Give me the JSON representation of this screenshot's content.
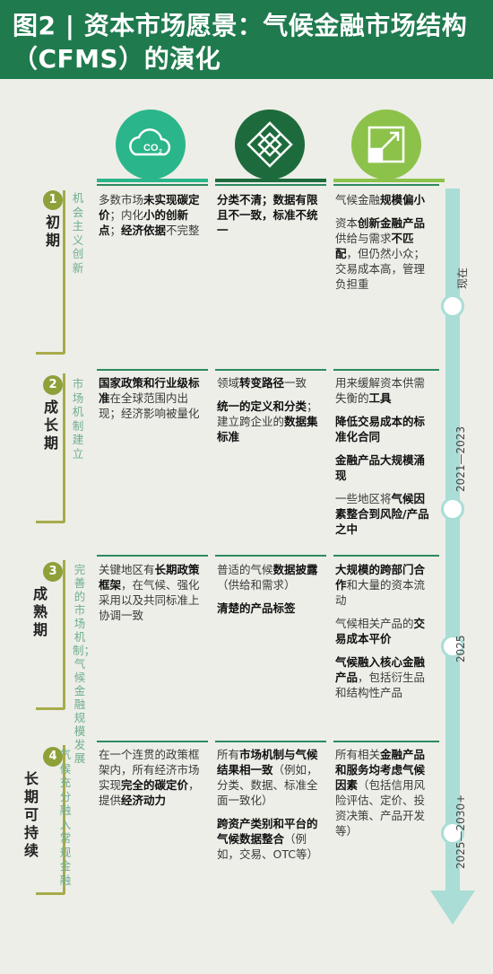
{
  "header": {
    "title": "图2 | 资本市场愿景：气候金融市场结构（CFMS）的演化"
  },
  "icons": {
    "co2_label": "CO",
    "co2_sub": "2"
  },
  "timeline": {
    "labels": [
      "现在",
      "2021—2023",
      "2025",
      "2025—2030+"
    ]
  },
  "stages": [
    {
      "num": "1",
      "name": "初期",
      "sub": "机会主义创新",
      "cells": [
        [
          [
            [
              "多数市场",
              false
            ],
            [
              "未实现碳定价",
              true
            ],
            [
              "；内化",
              false
            ],
            [
              "小的创新点",
              true
            ],
            [
              "；",
              false
            ],
            [
              "经济依据",
              true
            ],
            [
              "不完整",
              false
            ]
          ]
        ],
        [
          [
            [
              "分类不清；数据有限且不一致，标准不统一",
              true
            ]
          ]
        ],
        [
          [
            [
              "气候金融",
              false
            ],
            [
              "规模偏小",
              true
            ]
          ],
          [
            [
              "资本",
              false
            ],
            [
              "创新金融产品",
              true
            ],
            [
              "供给与需求",
              false
            ],
            [
              "不匹配",
              true
            ],
            [
              "，但仍然小众；交易成本高，管理负担重",
              false
            ]
          ]
        ]
      ]
    },
    {
      "num": "2",
      "name": "成长期",
      "sub": "市场机制建立",
      "cells": [
        [
          [
            [
              "国家政策和行业级标准",
              true
            ],
            [
              "在全球范围内出现；经济影响被量化",
              false
            ]
          ]
        ],
        [
          [
            [
              "领域",
              false
            ],
            [
              "转变路径",
              true
            ],
            [
              "一致",
              false
            ]
          ],
          [
            [
              "统一的定义和分类",
              true
            ],
            [
              "；建立跨企业的",
              false
            ],
            [
              "数据集标准",
              true
            ]
          ]
        ],
        [
          [
            [
              "用来缓解资本供需失衡的",
              false
            ],
            [
              "工具",
              true
            ]
          ],
          [
            [
              "降低交易成本的标准化合同",
              true
            ]
          ],
          [
            [
              "金融产品大规模涌现",
              true
            ]
          ],
          [
            [
              "一些地区将",
              false
            ],
            [
              "气候因素整合到风险/产品之中",
              true
            ]
          ]
        ]
      ]
    },
    {
      "num": "3",
      "name": "成熟期",
      "sub": "完善的市场机制；气候金融规模发展",
      "cells": [
        [
          [
            [
              "关键地区有",
              false
            ],
            [
              "长期政策框架",
              true
            ],
            [
              "，在气候、强化采用以及共同标准上协调一致",
              false
            ]
          ]
        ],
        [
          [
            [
              "普适的气候",
              false
            ],
            [
              "数据披露",
              true
            ],
            [
              "（供给和需求）",
              false
            ]
          ],
          [
            [
              "清楚的产品标签",
              true
            ]
          ]
        ],
        [
          [
            [
              "大规模的跨部门合作",
              true
            ],
            [
              "和大量的资本流动",
              false
            ]
          ],
          [
            [
              "气候相关产品的",
              false
            ],
            [
              "交易成本平价",
              true
            ]
          ],
          [
            [
              "气候融入核心金融产品",
              true
            ],
            [
              "，包括衍生品和结构性产品",
              false
            ]
          ]
        ]
      ]
    },
    {
      "num": "4",
      "name": "长期可持续",
      "sub": "气候充分融入常规金融",
      "cells": [
        [
          [
            [
              "在一个连贯的政策框架内，所有经济市场实现",
              false
            ],
            [
              "完全的碳定价",
              true
            ],
            [
              "，提供",
              false
            ],
            [
              "经济动力",
              true
            ]
          ]
        ],
        [
          [
            [
              "所有",
              false
            ],
            [
              "市场机制与气候结果相一致",
              true
            ],
            [
              "（例如，分类、数据、标准全面一致化）",
              false
            ]
          ],
          [
            [
              "跨资产类别和平台的气候数据整合",
              true
            ],
            [
              "（例如，交易、OTC等）",
              false
            ]
          ]
        ],
        [
          [
            [
              "所有相关",
              false
            ],
            [
              "金融产品和服务均考虑气候因素",
              true
            ],
            [
              "（包括信用风险评估、定价、投资决策、产品开发等）",
              false
            ]
          ]
        ]
      ]
    }
  ],
  "colors": {
    "header_bg": "#1f7a4e",
    "icon1": "#2bb58a",
    "icon2": "#1d6b3c",
    "icon3": "#8cc24a",
    "stage_accent": "#8da03a",
    "timeline": "#a9ddd6",
    "subtitle": "#6fae8c"
  }
}
